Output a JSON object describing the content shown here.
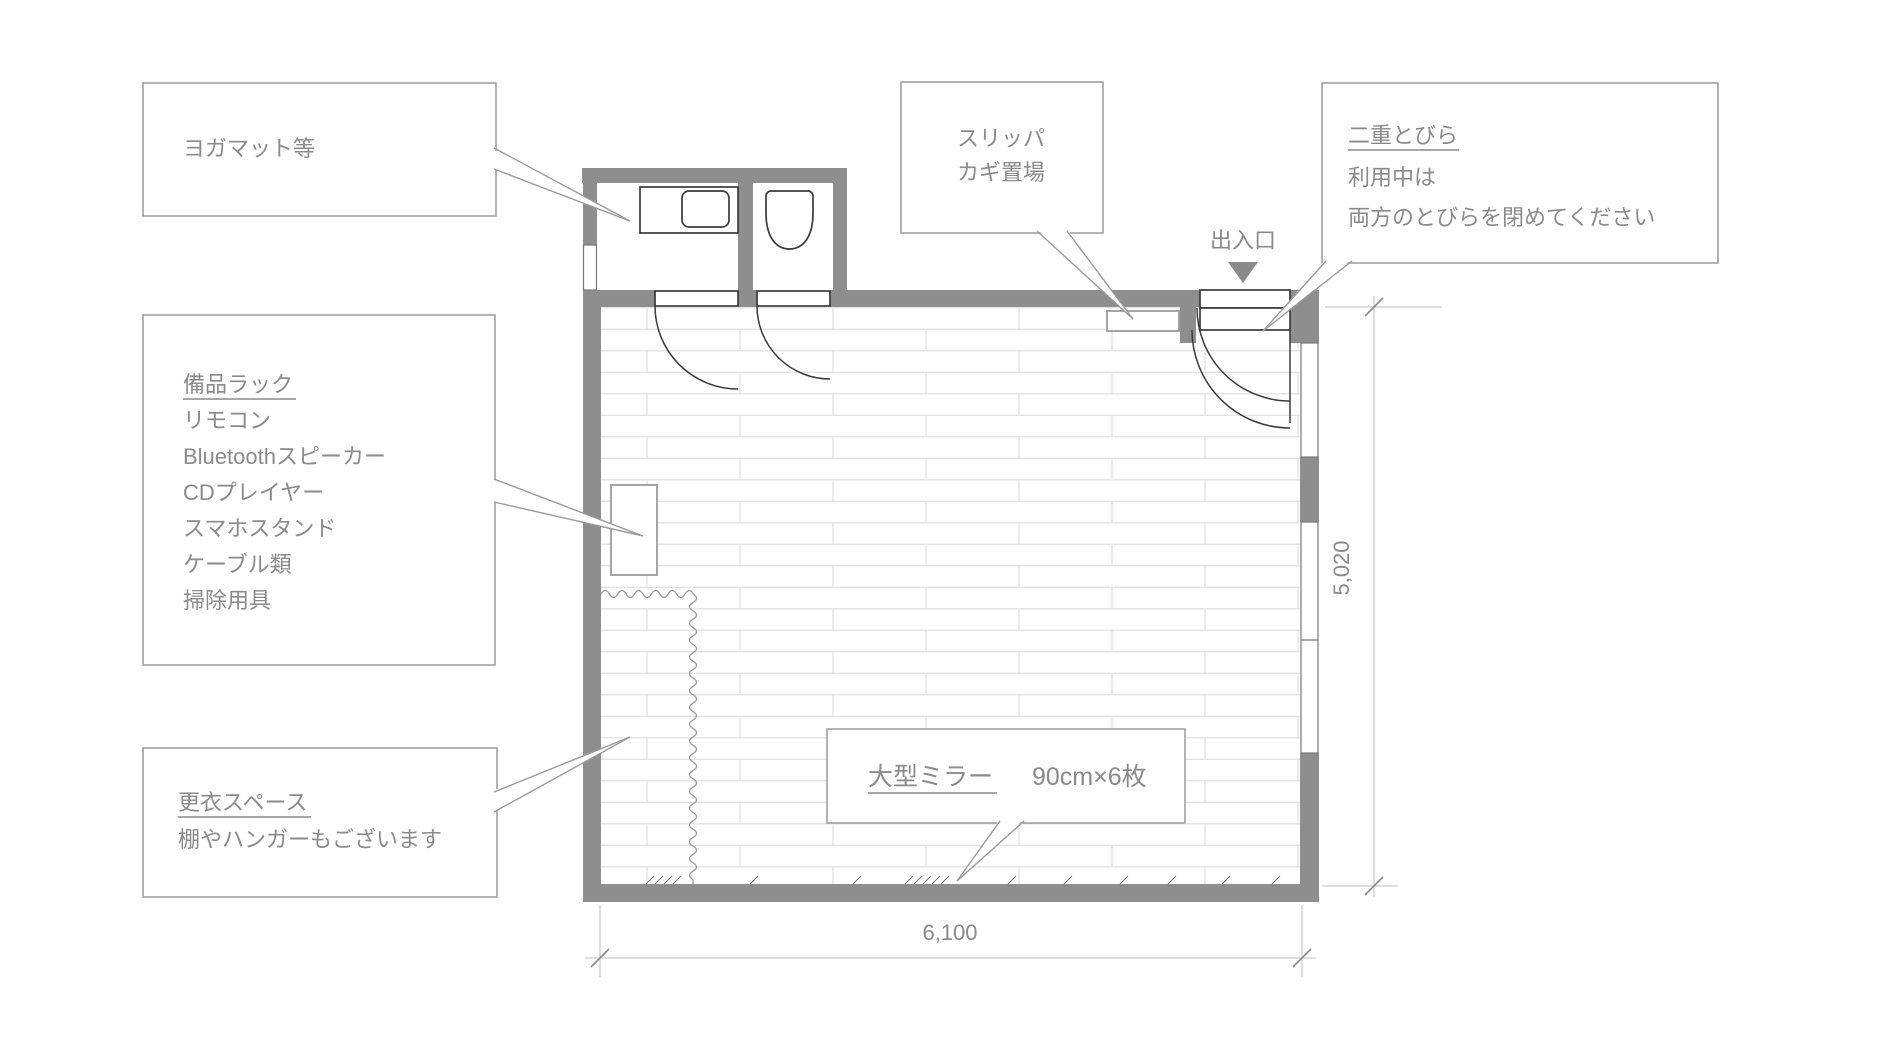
{
  "labels": {
    "yoga_mat": {
      "text": "ヨガマット等"
    },
    "equipment_rack": {
      "title": "備品ラック",
      "items": [
        "リモコン",
        "Bluetoothスピーカー",
        "CDプレイヤー",
        "スマホスタンド",
        "ケーブル類",
        "掃除用具"
      ]
    },
    "changing_space": {
      "title": "更衣スペース",
      "subtitle": "棚やハンガーもございます"
    },
    "slipper_shelf": {
      "line1": "スリッパ",
      "line2": "カギ置場"
    },
    "double_door": {
      "title": "二重とびら",
      "line1": "利用中は",
      "line2": "両方のとびらを閉めてください"
    },
    "entrance": {
      "text": "出入口"
    },
    "mirror": {
      "title": "大型ミラー",
      "detail": "90cm×6枚"
    }
  },
  "dimensions": {
    "width": "6,100",
    "height": "5,020"
  },
  "colors": {
    "wall": "#8e8e8e",
    "accent_text": "#8a8a8a",
    "dark_line": "#3a3a3a"
  }
}
